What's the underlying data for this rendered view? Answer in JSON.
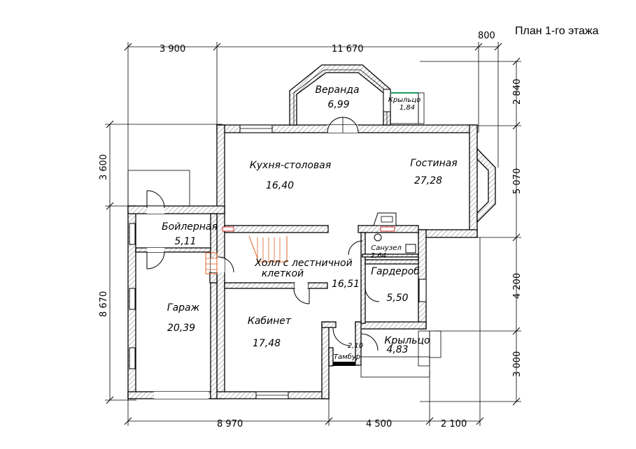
{
  "title": "План 1-го этажа",
  "rooms": {
    "veranda": {
      "name": "Веранда",
      "area": "6,99"
    },
    "porch_top": {
      "name": "Крыльцо",
      "area": "1,84"
    },
    "kitchen": {
      "name": "Кухня-столовая",
      "area": "16,40"
    },
    "living": {
      "name": "Гостиная",
      "area": "27,28"
    },
    "boiler": {
      "name": "Бойлерная",
      "area": "5,11"
    },
    "hall": {
      "name_line1": "Холл с лестничной",
      "name_line2": "клеткой",
      "area": "16,51"
    },
    "bathroom": {
      "name": "Санузел",
      "area": "2,64"
    },
    "wardrobe": {
      "name": "Гардероб",
      "area": "5,50"
    },
    "garage": {
      "name": "Гараж",
      "area": "20,39"
    },
    "study": {
      "name": "Кабинет",
      "area": "17,48"
    },
    "vestibule": {
      "name": "Тамбур",
      "area": "2,10"
    },
    "porch": {
      "name": "Крыльцо",
      "area": "4,83"
    }
  },
  "dimensions": {
    "top": [
      "3 900",
      "11 670",
      "800"
    ],
    "bottom": [
      "8 970",
      "4 500",
      "2 100"
    ],
    "left": [
      "3 600",
      "8 670"
    ],
    "right": [
      "2 840",
      "5 070",
      "4 200",
      "3 000"
    ]
  }
}
